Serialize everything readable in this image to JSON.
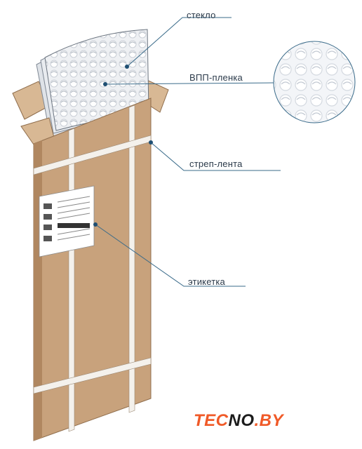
{
  "callouts": {
    "glass": "стекло",
    "film": "ВПП-пленка",
    "strap": "стреп-лента",
    "label": "этикетка"
  },
  "logo": {
    "part1": "TEC",
    "part2": "NO",
    "part3": ".BY"
  },
  "colors": {
    "box": "#c8a27c",
    "box_dark": "#b08760",
    "box_light": "#d8b894",
    "strap": "#f4f1ec",
    "callout_line": "#3a6b8a",
    "brand_orange": "#f05a28",
    "brand_dark": "#1c1c1c"
  }
}
